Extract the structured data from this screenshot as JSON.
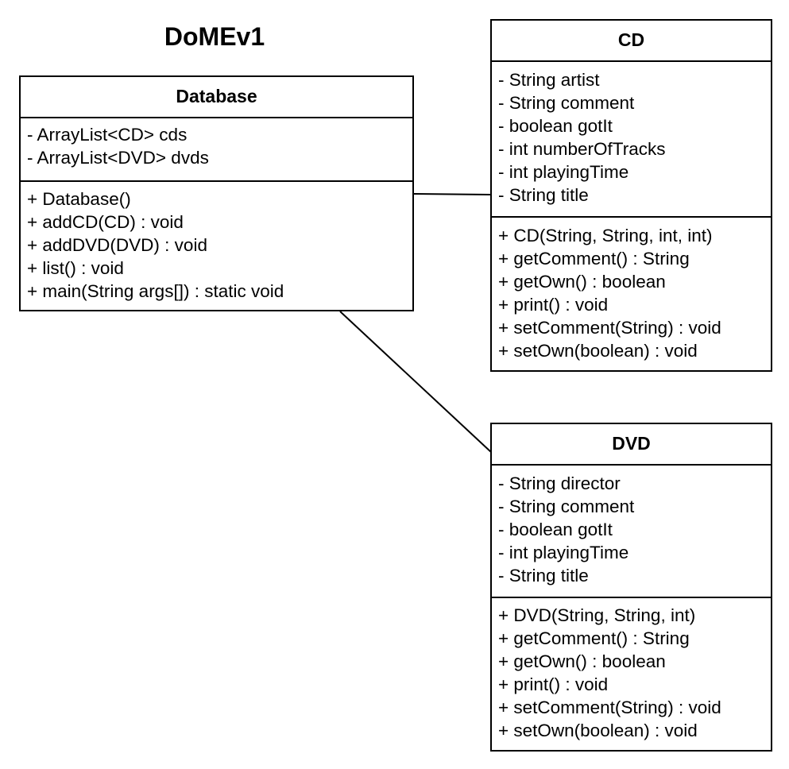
{
  "title": "DoMEv1",
  "classes": {
    "database": {
      "name": "Database",
      "attributes": [
        "- ArrayList<CD> cds",
        "- ArrayList<DVD> dvds"
      ],
      "operations": [
        "+ Database()",
        "+ addCD(CD) : void",
        "+ addDVD(DVD) : void",
        "+ list() : void",
        "+ main(String args[]) : static void"
      ]
    },
    "cd": {
      "name": "CD",
      "attributes": [
        "- String artist",
        "- String comment",
        "- boolean gotIt",
        "- int numberOfTracks",
        "- int playingTime",
        "- String title"
      ],
      "operations": [
        "+ CD(String, String, int, int)",
        "+ getComment() : String",
        "+ getOwn() : boolean",
        "+ print() : void",
        "+ setComment(String) : void",
        "+ setOwn(boolean) : void"
      ]
    },
    "dvd": {
      "name": "DVD",
      "attributes": [
        "- String director",
        "- String comment",
        "- boolean gotIt",
        "- int playingTime",
        "- String title"
      ],
      "operations": [
        "+ DVD(String, String, int)",
        "+ getComment() : String",
        "+ getOwn() : boolean",
        "+ print() : void",
        "+ setComment(String) : void",
        "+ setOwn(boolean) : void"
      ]
    }
  },
  "associations": [
    {
      "from": "Database",
      "to": "CD"
    },
    {
      "from": "Database",
      "to": "DVD"
    }
  ]
}
